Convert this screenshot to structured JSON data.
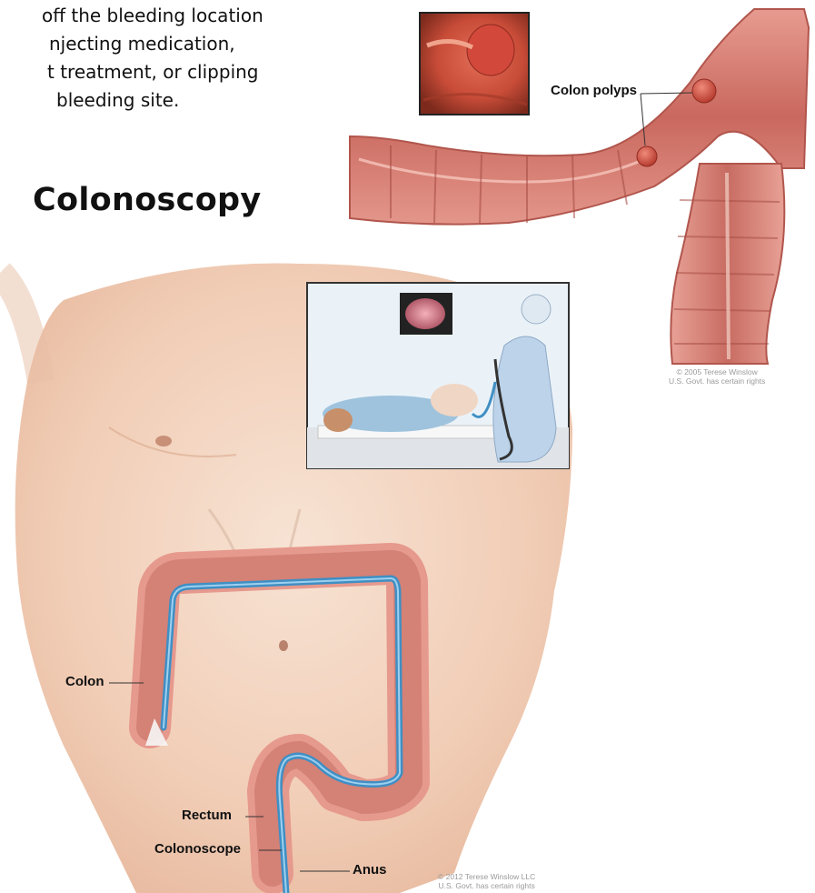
{
  "intro_text": {
    "line1": "off the bleeding location",
    "line2": "njecting medication,",
    "line3": "t treatment, or clipping",
    "line4": "bleeding site."
  },
  "heading": "Colonoscopy",
  "labels": {
    "colon_polyps": "Colon polyps",
    "colon": "Colon",
    "rectum": "Rectum",
    "colonoscope": "Colonoscope",
    "anus": "Anus"
  },
  "credits": {
    "top_line1": "© 2005 Terese Winslow",
    "top_line2": "U.S. Govt. has certain rights",
    "bottom_line1": "© 2012 Terese Winslow LLC",
    "bottom_line2": "U.S. Govt. has certain rights"
  },
  "colors": {
    "colon_tissue": "#d9867c",
    "colon_dark": "#b4574f",
    "skin": "#f2d2bd",
    "scope": "#3f8fc4",
    "gown": "#bcd3ea"
  }
}
